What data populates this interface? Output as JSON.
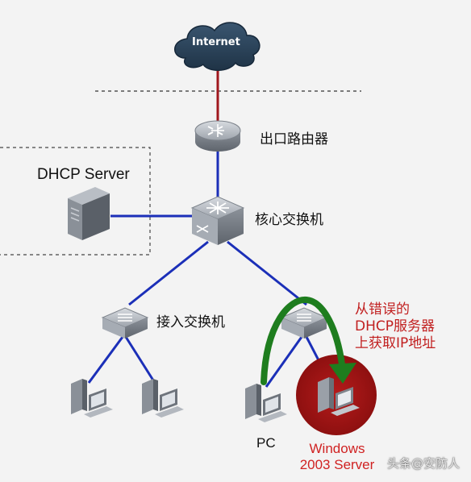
{
  "nodes": {
    "internet": "Internet",
    "router": "出口路由器",
    "dhcp_server": "DHCP Server",
    "core_switch": "核心交换机",
    "access_switch": "接入交换机",
    "pc": "PC",
    "rogue_server_line1": "Windows",
    "rogue_server_line2": "2003 Server"
  },
  "annotation": {
    "line1": "从错误的",
    "line2": "DHCP服务器",
    "line3": "上获取IP地址"
  },
  "watermark": "头条@安防人",
  "colors": {
    "link_blue": "#1b2fb8",
    "link_red": "#a0171d",
    "arrow_green": "#1e7d1e",
    "rogue_highlight": "#a31616",
    "annotation_red": "#c11f1f",
    "device_gray": "#9aa0a8"
  }
}
